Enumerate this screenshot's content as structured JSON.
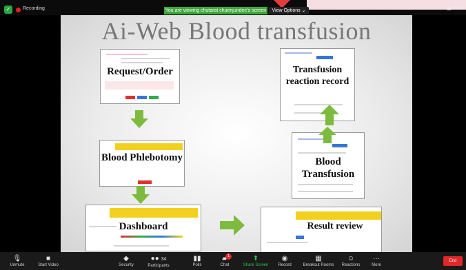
{
  "topbar": {
    "recording": "Recording",
    "viewing_banner": "You are viewing chutarat chuenjundee's screen",
    "view_options": "View Options ⌄",
    "view": "View"
  },
  "slide": {
    "title": "Ai-Web Blood transfusion",
    "steps": {
      "request": "Request/Order",
      "phlebotomy": "Blood Phlebotomy",
      "dashboard": "Dashboard",
      "result_review": "Result review",
      "transfusion": "Blood Transfusion",
      "reaction": "Transfusion reaction record"
    }
  },
  "toolbar": {
    "unmute": "Unmute",
    "start_video": "Start Video",
    "security": "Security",
    "participants": "Participants",
    "participants_count": "34",
    "polls": "Polls",
    "chat": "Chat",
    "chat_badge": "1",
    "share_screen": "Share Screen",
    "record": "Record",
    "breakout_rooms": "Breakout Rooms",
    "reactions": "Reactions",
    "more": "More",
    "end": "End"
  },
  "colors": {
    "arrow": "#7dbb3f",
    "share": "#2fbf4a",
    "end": "#e02828"
  }
}
